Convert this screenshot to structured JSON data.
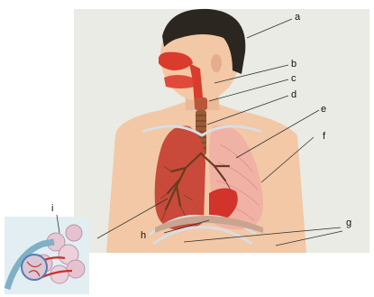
{
  "diagram": {
    "labels": {
      "a": "a",
      "b": "b",
      "c": "c",
      "d": "d",
      "e": "e",
      "f": "f",
      "g": "g",
      "h": "h",
      "i": "i"
    }
  },
  "colors": {
    "background_panel": "#e9ebe4",
    "skin": "#f2c8a6",
    "hair": "#2c2620",
    "airway_red": "#d93b2c",
    "lung_left": "#c94a3a",
    "lung_right": "#f0b2a4",
    "bronchi": "#6b3b1f",
    "trachea": "#9a5a38",
    "ribs": "#d9dde2",
    "leader_line": "#333333"
  }
}
